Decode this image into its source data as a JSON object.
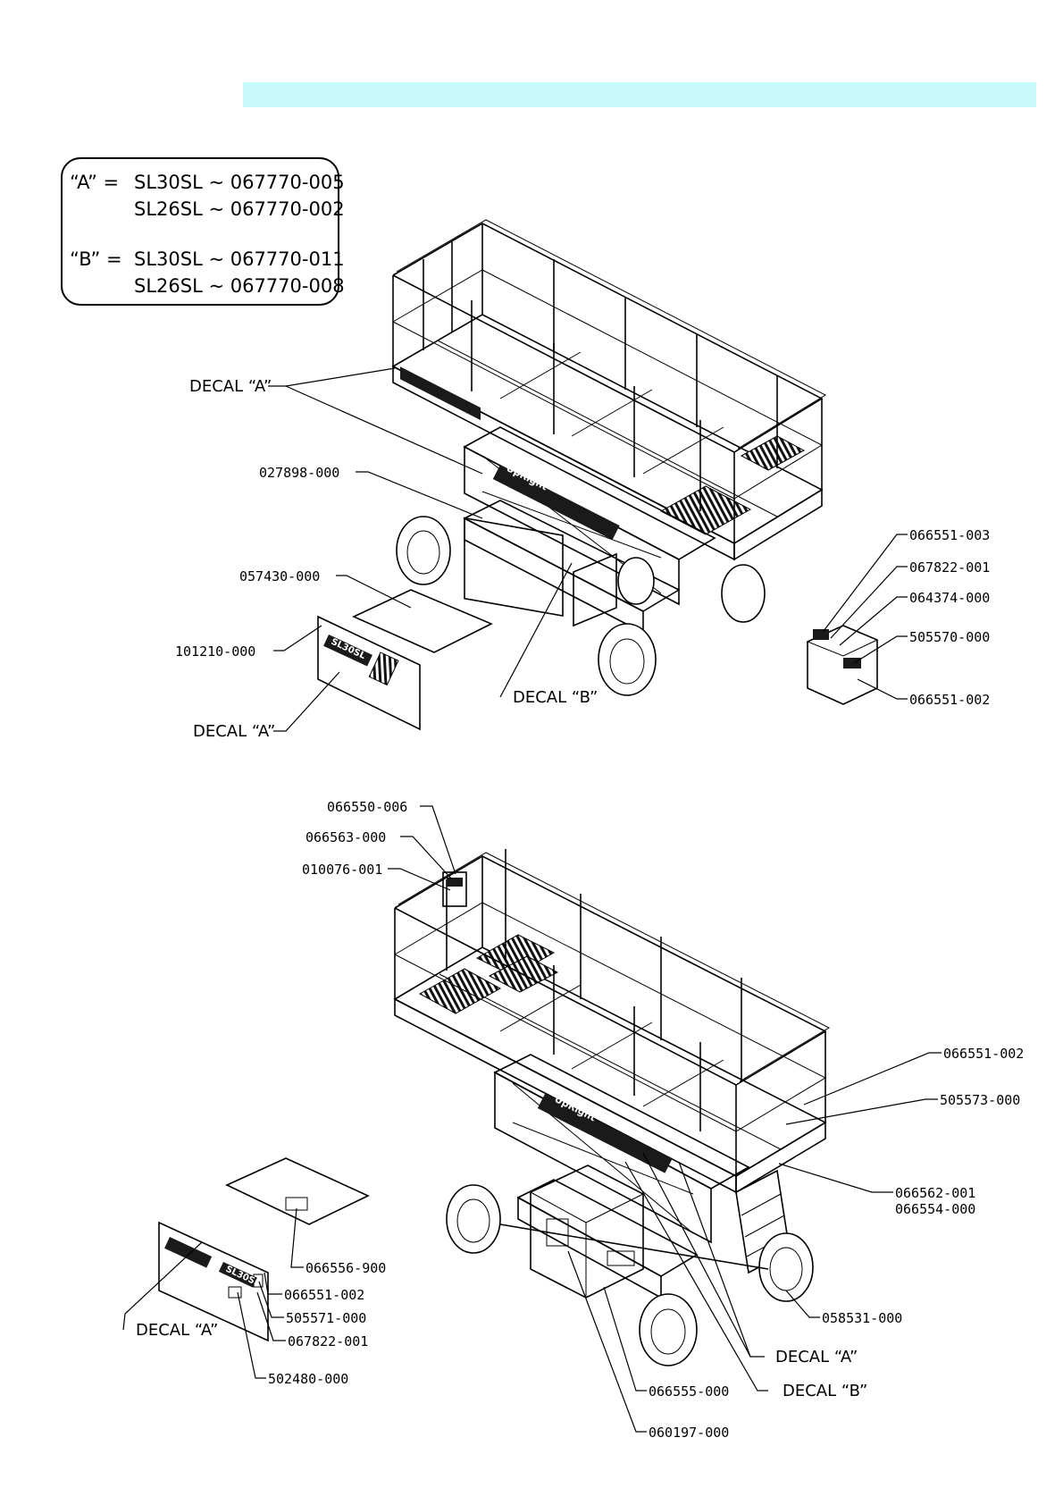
{
  "header": {
    "bar_color": "#c8fafd"
  },
  "legend": {
    "rows": [
      {
        "key": "“A” =",
        "lines": [
          "SL30SL ~ 067770-005",
          "SL26SL ~ 067770-002"
        ]
      },
      {
        "key": "“B” =",
        "lines": [
          "SL30SL ~ 067770-011",
          "SL26SL ~ 067770-008"
        ]
      }
    ]
  },
  "top_view": {
    "decal_a_1": "DECAL “A”",
    "decal_a_2": "DECAL “A”",
    "decal_b": "DECAL “B”",
    "parts": {
      "p027898": "027898-000",
      "p057430": "057430-000",
      "p101210": "101210-000",
      "p066551_003": "066551-003",
      "p067822_001": "067822-001",
      "p064374": "064374-000",
      "p505570": "505570-000",
      "p066551_002": "066551-002"
    }
  },
  "bottom_view": {
    "decal_a_left": "DECAL “A”",
    "decal_a_right": "DECAL “A”",
    "decal_b": "DECAL “B”",
    "parts": {
      "p066550_006": "066550-006",
      "p066563": "066563-000",
      "p010076_001": "010076-001",
      "p066551_002r": "066551-002",
      "p505573": "505573-000",
      "p066562_001": "066562-001",
      "p066554": "066554-000",
      "p066556_900": "066556-900",
      "p066551_002l": "066551-002",
      "p505571": "505571-000",
      "p067822_001": "067822-001",
      "p502480": "502480-000",
      "p058531": "058531-000",
      "p066555": "066555-000",
      "p060197": "060197-000"
    }
  },
  "decal_text": {
    "brand": "UpRight",
    "model": "SL30SL"
  }
}
